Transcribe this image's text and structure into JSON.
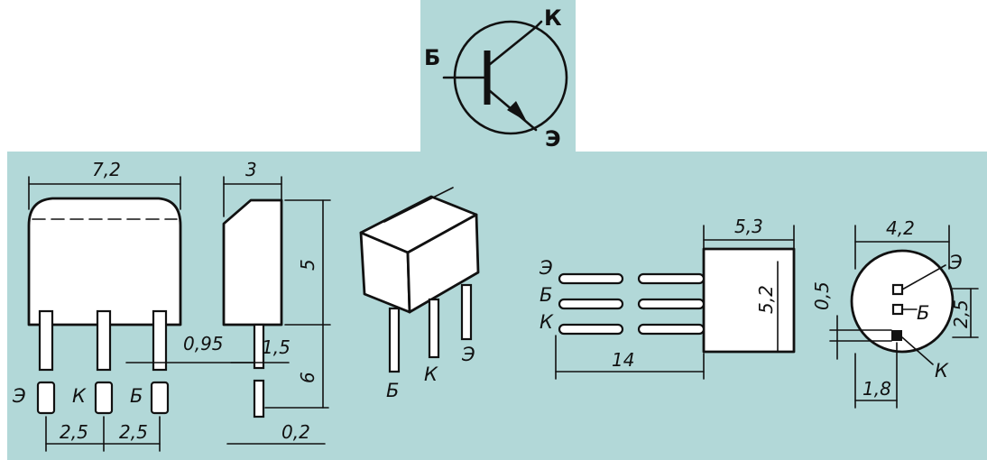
{
  "colors": {
    "background": "#b2d8d8",
    "ink": "#111111",
    "paper": "#ffffff"
  },
  "symbol": {
    "base": "Б",
    "collector": "К",
    "emitter": "Э"
  },
  "front_view": {
    "width": "7,2",
    "pin_e": "Э",
    "pin_k": "К",
    "pin_b": "Б",
    "pitch_left": "2,5",
    "pitch_right": "2,5"
  },
  "side_view": {
    "thickness": "3",
    "height": "5",
    "lead_length": "6",
    "lead_width": "0,95",
    "lead_thickness": "1,5",
    "lead_thin": "0,2"
  },
  "iso_view": {
    "pin_b": "Б",
    "pin_k": "К",
    "pin_e": "Э"
  },
  "top_view": {
    "pin_e": "Э",
    "pin_b": "Б",
    "pin_k": "К",
    "lead_length": "14",
    "body_width": "5,3",
    "body_height": "5,2"
  },
  "end_view": {
    "width": "4,2",
    "offset": "0,5",
    "pitch": "2,5",
    "edge": "1,8",
    "pin_e": "Э",
    "pin_b": "Б",
    "pin_k": "К"
  }
}
